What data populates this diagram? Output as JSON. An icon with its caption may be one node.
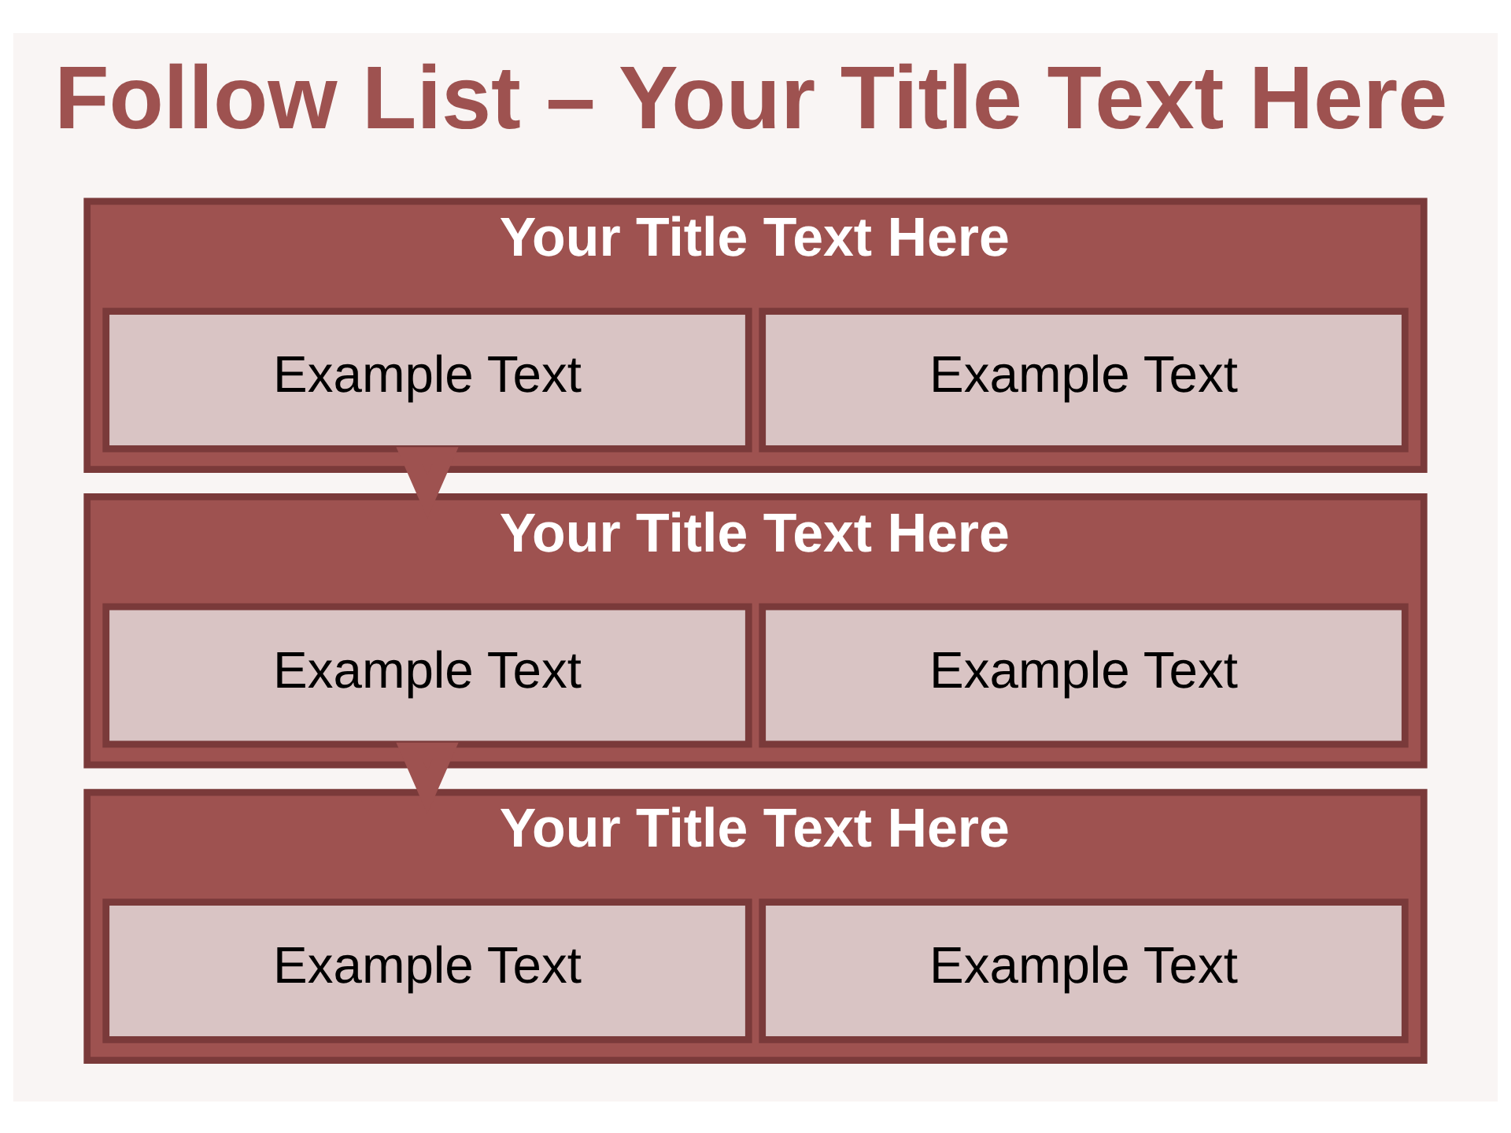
{
  "diagram": {
    "title": "Follow List – Your Title Text Here",
    "nodes": [
      {
        "text": [
          "Your Title Text Here"
        ]
      },
      {
        "text": [
          "Example Text"
        ],
        "in": 0
      },
      {
        "text": [
          "Example Text"
        ],
        "in": 0
      },
      {
        "text": [
          "Your Title Text Here"
        ]
      },
      {
        "text": [
          "Example Text"
        ],
        "in": 3
      },
      {
        "text": [
          "Example Text"
        ],
        "in": 3
      },
      {
        "text": [
          "Your Title Text Here"
        ]
      },
      {
        "text": [
          "Example Text"
        ],
        "in": 6
      },
      {
        "text": [
          "Example Text"
        ],
        "in": 6
      }
    ],
    "edges": [
      {
        "from": 0,
        "to": 3,
        "arrow": "to"
      },
      {
        "from": 3,
        "to": 6,
        "arrow": "to"
      }
    ]
  }
}
